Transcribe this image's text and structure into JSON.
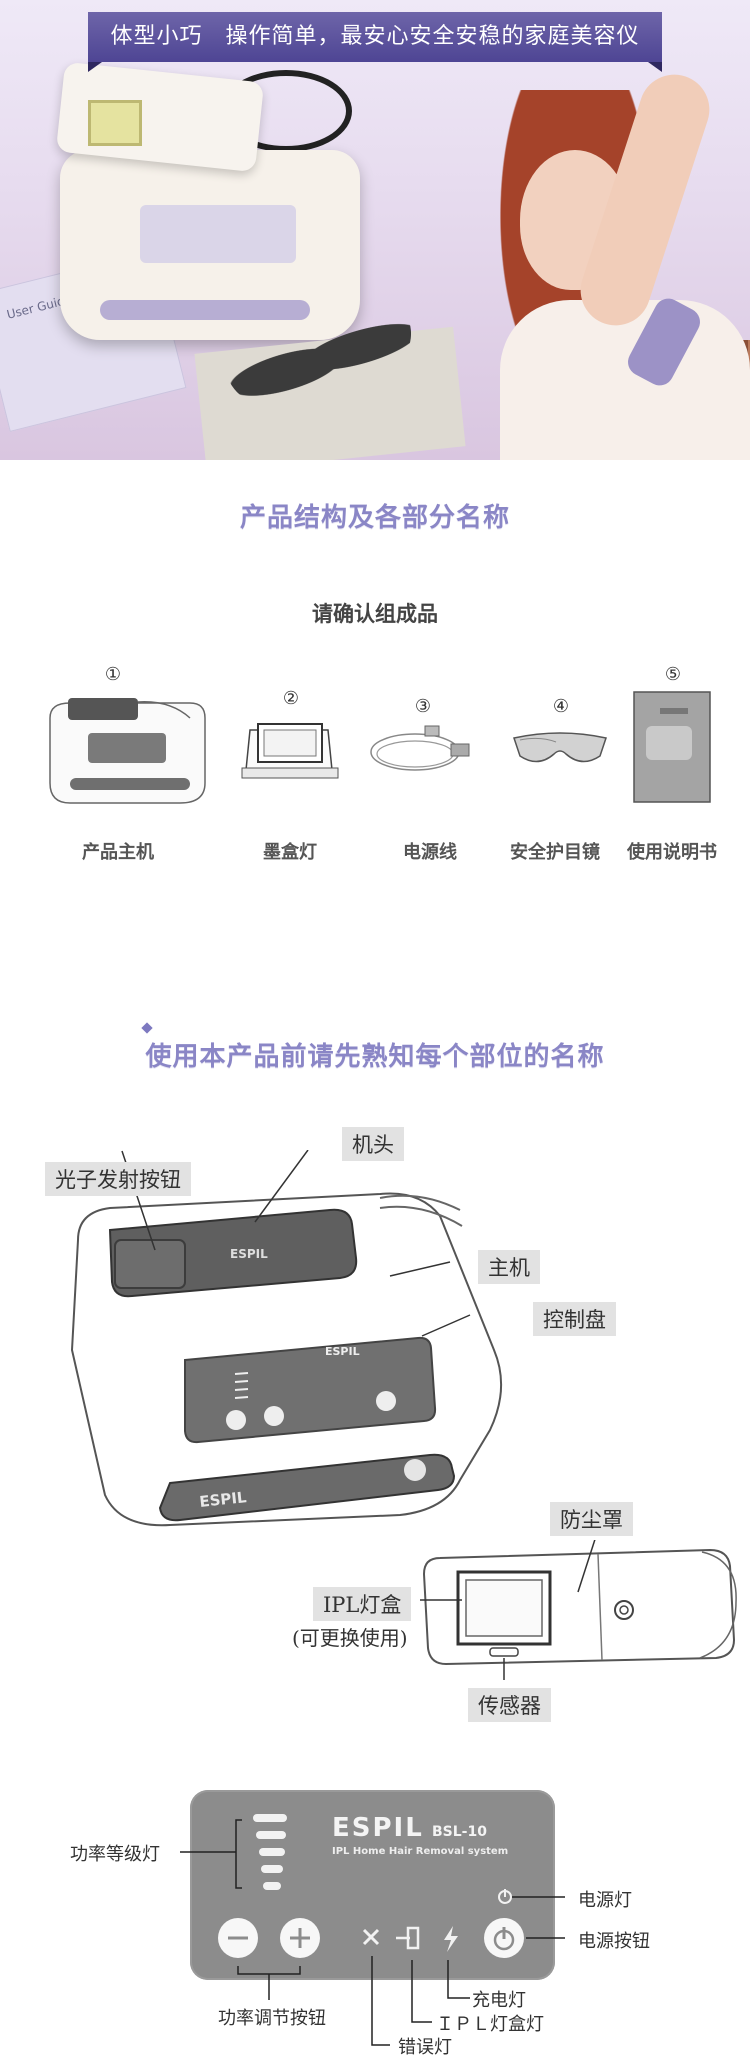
{
  "hero": {
    "banner": "体型小巧　操作简单，最安心安全安稳的家庭美容仪",
    "guide_text": "User Guide"
  },
  "section1": {
    "title": "产品结构及各部分名称",
    "confirm_title": "请确认组成品",
    "components": [
      {
        "num": "①",
        "label": "产品主机"
      },
      {
        "num": "②",
        "label": "墨盒灯"
      },
      {
        "num": "③",
        "label": "电源线"
      },
      {
        "num": "④",
        "label": "安全护目镜"
      },
      {
        "num": "⑤",
        "label": "使用说明书"
      }
    ]
  },
  "section2": {
    "title": "使用本产品前请先熟知每个部位的名称",
    "labels": {
      "head": "机头",
      "photon_button": "光子发射按钮",
      "main_unit": "主机",
      "control_panel": "控制盘",
      "dust_cover": "防尘罩",
      "ipl_box": "IPL灯盒",
      "replaceable": "(可更换使用)",
      "sensor": "传感器"
    },
    "device_brand": "ESPIL"
  },
  "panel": {
    "brand": "ESPIL",
    "model": "BSL-10",
    "subtitle": "IPL Home Hair Removal system",
    "labels": {
      "power_level_lights": "功率等级灯",
      "power_light": "电源灯",
      "power_button": "电源按钮",
      "charge_light": "充电灯",
      "ipl_box_light": "ＩＰＬ灯盒灯",
      "error_light": "错误灯",
      "power_adjust_buttons": "功率调节按钮"
    }
  }
}
